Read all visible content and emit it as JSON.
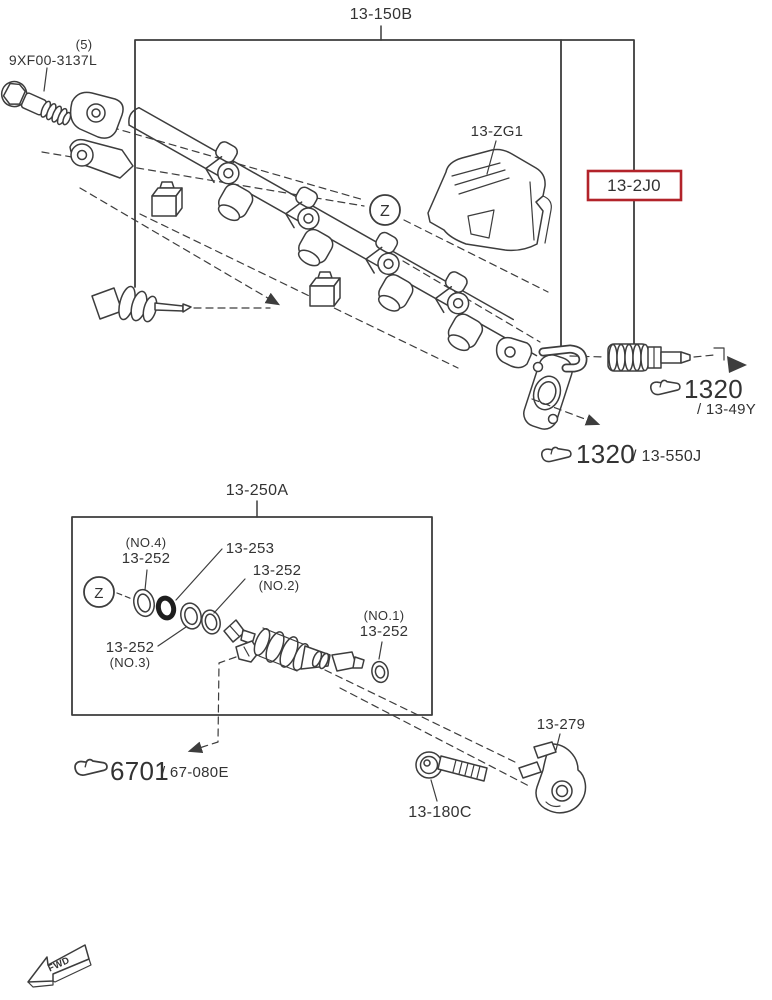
{
  "colors": {
    "line": "#3d3d3d",
    "text": "#333333",
    "highlight_box": "#b2232a"
  },
  "upper": {
    "assembly_label": "13-150B",
    "bolt_qty": "(5)",
    "bolt_code": "9XF00-3137L",
    "cover_code": "13-ZG1",
    "detail_marker": "Z",
    "damper_code": "13-2J0",
    "note_right": {
      "code": "1320",
      "suffix": "/ 13-49Y"
    },
    "note_bottom": {
      "code": "1320",
      "suffix": "/ 13-550J"
    }
  },
  "lower": {
    "assembly_label": "13-250A",
    "detail_marker": "Z",
    "oring_no4": {
      "qty": "(NO.4)",
      "code": "13-252"
    },
    "grommet": {
      "code": "13-253"
    },
    "oring_no2": {
      "code": "13-252",
      "qty": "(NO.2)"
    },
    "oring_no3": {
      "code": "13-252",
      "qty": "(NO.3)"
    },
    "oring_no1": {
      "qty": "(NO.1)",
      "code": "13-252"
    },
    "note": {
      "code": "6701",
      "suffix": "/ 67-080E"
    }
  },
  "parts": {
    "bracket_code": "13-279",
    "mount_bolt_code": "13-180C"
  },
  "fwd_flag": "FWD"
}
